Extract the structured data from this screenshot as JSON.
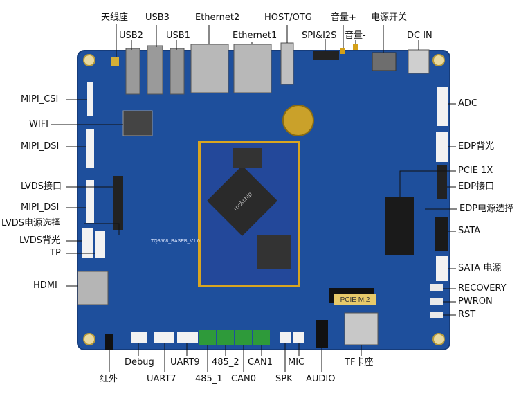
{
  "labels": {
    "top": {
      "antenna": "天线座",
      "usb2": "USB2",
      "usb3": "USB3",
      "usb1": "USB1",
      "ethernet2": "Ethernet2",
      "ethernet1": "Ethernet1",
      "host_otg": "HOST/OTG",
      "spi_i2s": "SPI&I2S",
      "vol_up": "音量+",
      "vol_down": "音量-",
      "power_switch": "电源开关",
      "dc_in": "DC IN"
    },
    "left": {
      "mipi_csi": "MIPI_CSI",
      "wifi": "WIFI",
      "mipi_dsi_1": "MIPI_DSI",
      "lvds_port": "LVDS接口",
      "mipi_dsi_2": "MIPI_DSI",
      "lvds_power_select": "LVDS电源选择",
      "lvds_backlight": "LVDS背光",
      "tp": "TP",
      "hdmi": "HDMI"
    },
    "right": {
      "adc": "ADC",
      "edp_backlight": "EDP背光",
      "pcie_1x": "PCIE 1X",
      "edp_port": "EDP接口",
      "edp_power_select": "EDP电源选择",
      "sata": "SATA",
      "sata_power": "SATA 电源",
      "recovery": "RECOVERY",
      "pwron": "PWRON",
      "rst": "RST"
    },
    "bottom": {
      "infrared": "红外",
      "debug": "Debug",
      "uart7": "UART7",
      "uart9": "UART9",
      "rs485_1": "485_1",
      "rs485_2": "485_2",
      "can0": "CAN0",
      "can1": "CAN1",
      "spk": "SPK",
      "mic": "MIC",
      "audio": "AUDIO",
      "tf_card": "TF卡座"
    }
  },
  "board_text": {
    "silkscreen": "TQ3568_BASEB_V1.0",
    "pcie_m2": "PCIE M.2",
    "chip_brand": "rockchip"
  },
  "colors": {
    "board": "#1e4f9c",
    "board_edge": "#163c7a",
    "som_border": "#d9a520",
    "chip": "#2a2a2a",
    "green_terminal": "#2e9a3a",
    "leader_line": "#111111"
  }
}
